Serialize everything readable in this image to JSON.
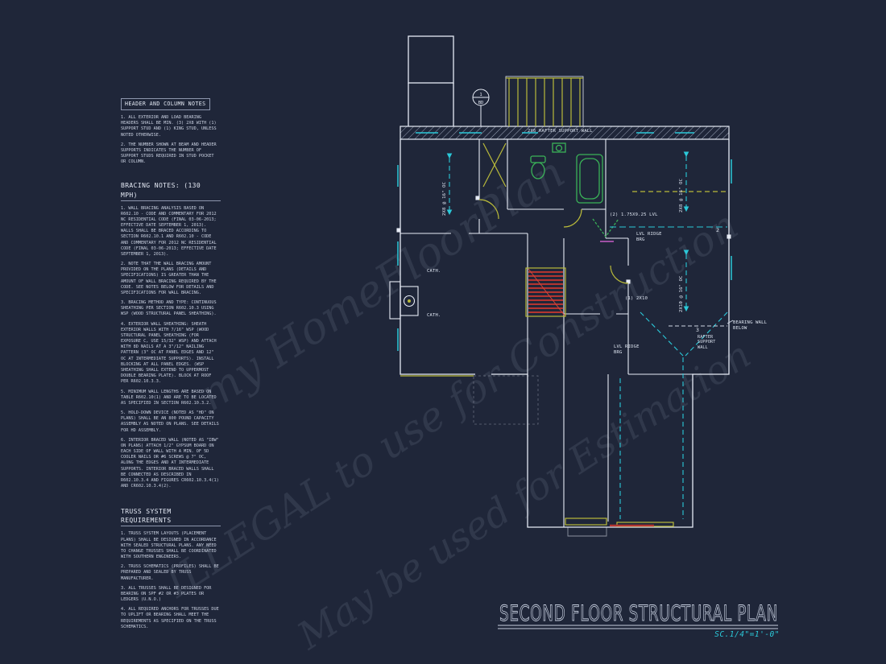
{
  "watermarks": {
    "line1": "my HomeFloorPlan",
    "line2": "ILLEGAL to use for Construction",
    "line3": "May be used for Estimation"
  },
  "notes": {
    "header_title": "HEADER AND COLUMN NOTES",
    "header_items": [
      "1. ALL EXTERIOR AND LOAD BEARING HEADERS SHALL BE MIN. (3) 2x8 WITH (1) SUPPORT STUD AND (1) KING STUD, UNLESS NOTED OTHERWISE.",
      "2. THE NUMBER SHOWN AT BEAM AND HEADER SUPPORTS INDICATES THE NUMBER OF SUPPORT STUDS REQUIRED IN STUD POCKET OR COLUMN."
    ],
    "bracing_title": "BRACING NOTES: (130 MPH)",
    "bracing_items": [
      "1. WALL BRACING ANALYSIS BASED ON R602.10 - CODE AND COMMENTARY FOR 2012 NC RESIDENTIAL CODE (FINAL 03-06-2013; EFFECTIVE DATE SEPTEMBER 1, 2013). WALLS SHALL BE BRACED ACCORDING TO SECTION R602.10.1 AND R602.10 - CODE AND COMMENTARY FOR 2012 NC RESIDENTIAL CODE (FINAL 03-06-2013; EFFECTIVE DATE SEPTEMBER 1, 2013).",
      "2. NOTE THAT THE WALL BRACING AMOUNT PROVIDED ON THE PLANS (DETAILS AND SPECIFICATIONS) IS GREATER THAN THE AMOUNT OF WALL BRACING REQUIRED BY THE CODE. SEE NOTES BELOW FOR DETAILS AND SPECIFICATIONS FOR WALL BRACING.",
      "3. BRACING METHOD AND TYPE: CONTINUOUS SHEATHING PER SECTION R602.10.3 USING WSP (WOOD STRUCTURAL PANEL SHEATHING).",
      "4. EXTERIOR WALL SHEATHING: SHEATH EXTERIOR WALLS WITH 7/16\" WSP (WOOD STRUCTURAL PANEL SHEATHING (FOR EXPOSURE C, USE 15/32\" WSP) AND ATTACH WITH 8d NAILS AT A 3\"/12\" NAILING PATTERN (3\" OC AT PANEL EDGES AND 12\" OC AT INTERMEDIATE SUPPORTS). INSTALL BLOCKING AT ALL PANEL EDGES. (WSP SHEATHING SHALL EXTEND TO UPPERMOST DOUBLE BEARING PLATE). BLOCK AT ROOF PER R602.10.3.3.",
      "5. MINIMUM WALL LENGTHS ARE BASED ON TABLE R602.10(1) AND ARE TO BE LOCATED AS SPECIFIED IN SECTION R602.10.3.2.",
      "5. HOLD-DOWN DEVICE (NOTED AS \"HD\" ON PLANS) SHALL BE AN 800 POUND CAPACITY ASSEMBLY AS NOTED ON PLANS. SEE DETAILS FOR HD ASSEMBLY.",
      "6. INTERIOR BRACED WALL (NOTED AS \"IBW\" ON PLANS) ATTACH 1/2\" GYPSUM BOARD ON EACH SIDE OF WALL WITH A MIN. OF 5d COOLER NAILS OR #6 SCREWS @ 7\" OC, ALONG THE EDGES AND AT INTERMEDIATE SUPPORTS. INTERIOR BRACED WALLS SHALL BE CONNECTED AS DESCRIBED IN R602.10.3.4 AND FIGURES CR602.10.3.4(1) AND CR602.10.3.4(2)."
    ],
    "truss_title": "TRUSS SYSTEM REQUIREMENTS",
    "truss_items": [
      "1. TRUSS SYSTEM LAYOUTS (PLACEMENT PLANS) SHALL BE DESIGNED IN ACCORDANCE WITH SEALED STRUCTURAL PLANS. ANY NEED TO CHANGE TRUSSES SHALL BE COORDINATED WITH SOUTHERN ENGINEERS.",
      "2. TRUSS SCHEMATICS (PROFILES) SHALL BE PREPARED AND SEALED BY TRUSS MANUFACTURER.",
      "3. ALL TRUSSES SHALL BE DESIGNED FOR BEARING ON SPF #2 OR #3 PLATES OR LEDGERS (U.N.O.)",
      "4. ALL REQUIRED ANCHORS FOR TRUSSES DUE TO UPLIFT OR BEARING SHALL MEET THE REQUIREMENTS AS SPECIFIED ON THE TRUSS SCHEMATICS."
    ]
  },
  "plan": {
    "band_label": "2x6 RAFTER SUPPORT WALL",
    "detail_top": "1",
    "detail_bottom": "BD",
    "joist_left": "2x8 @ 16\" OC",
    "joist_right_top": "2x8 @ 16\" OC",
    "joist_right_mid": "2x10 @ 16\" OC",
    "lvl_beam": "(2) 1.75x9.25 LVL",
    "lvl_ridge_a": "LVL RIDGE\nBRG",
    "lvl_ridge_b": "LVL RIDGE\nBRG",
    "single_2x10": "(1) 2x10",
    "bearing_wall": "BEARING WALL\nBELOW",
    "rafter_wall_right": "RAFTER\nSUPPORT\nWALL",
    "cath_a": "CATH.",
    "cath_b": "CATH.",
    "marker_2": "2",
    "marker_3": "3"
  },
  "title_block": {
    "title": "SECOND FLOOR STRUCTURAL PLAN",
    "scale": "SC.1/4\"=1'-0\""
  },
  "colors": {
    "background": "#1f2639",
    "wall": "#e7ecf6",
    "cyan": "#2bc9d9",
    "yellow": "#b9ba3a",
    "red": "#b43530",
    "green": "#3ab258"
  }
}
